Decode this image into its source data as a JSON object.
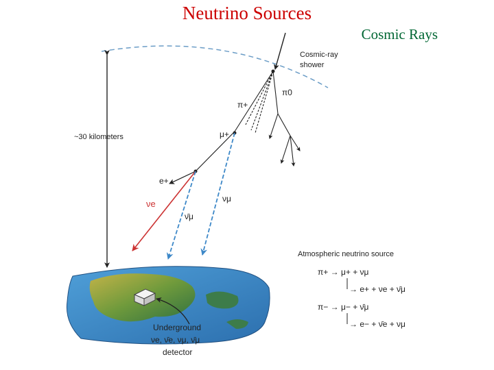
{
  "slide": {
    "title": "Neutrino Sources",
    "subtitle": "Cosmic Rays"
  },
  "diagram": {
    "shower_label_1": "Cosmic-ray",
    "shower_label_2": "shower",
    "distance_label": "~30 kilometers",
    "pion_plus": "π+",
    "pion_zero": "π0",
    "muon_plus": "μ+",
    "positron": "e+",
    "nu_e": "νe",
    "nu_mu": "νμ",
    "nu_mu_bar": "ν̄μ",
    "detector_label_1": "Underground",
    "detector_label_2": "νe, ν̄e, νμ, ν̄μ",
    "detector_label_3": "detector"
  },
  "source_box": {
    "heading": "Atmospheric neutrino source",
    "line1": "π+ → μ+ + νμ",
    "line2": "→ e+ + νe + ν̄μ",
    "line3": "π− → μ− + ν̄μ",
    "line4": "→ e− + ν̄e + νμ"
  },
  "colors": {
    "title": "#cc0000",
    "subtitle": "#006633",
    "electron_neutrino": "#cc3333",
    "muon_neutrino": "#3d88c8",
    "atmosphere": "#6a9cc6"
  }
}
